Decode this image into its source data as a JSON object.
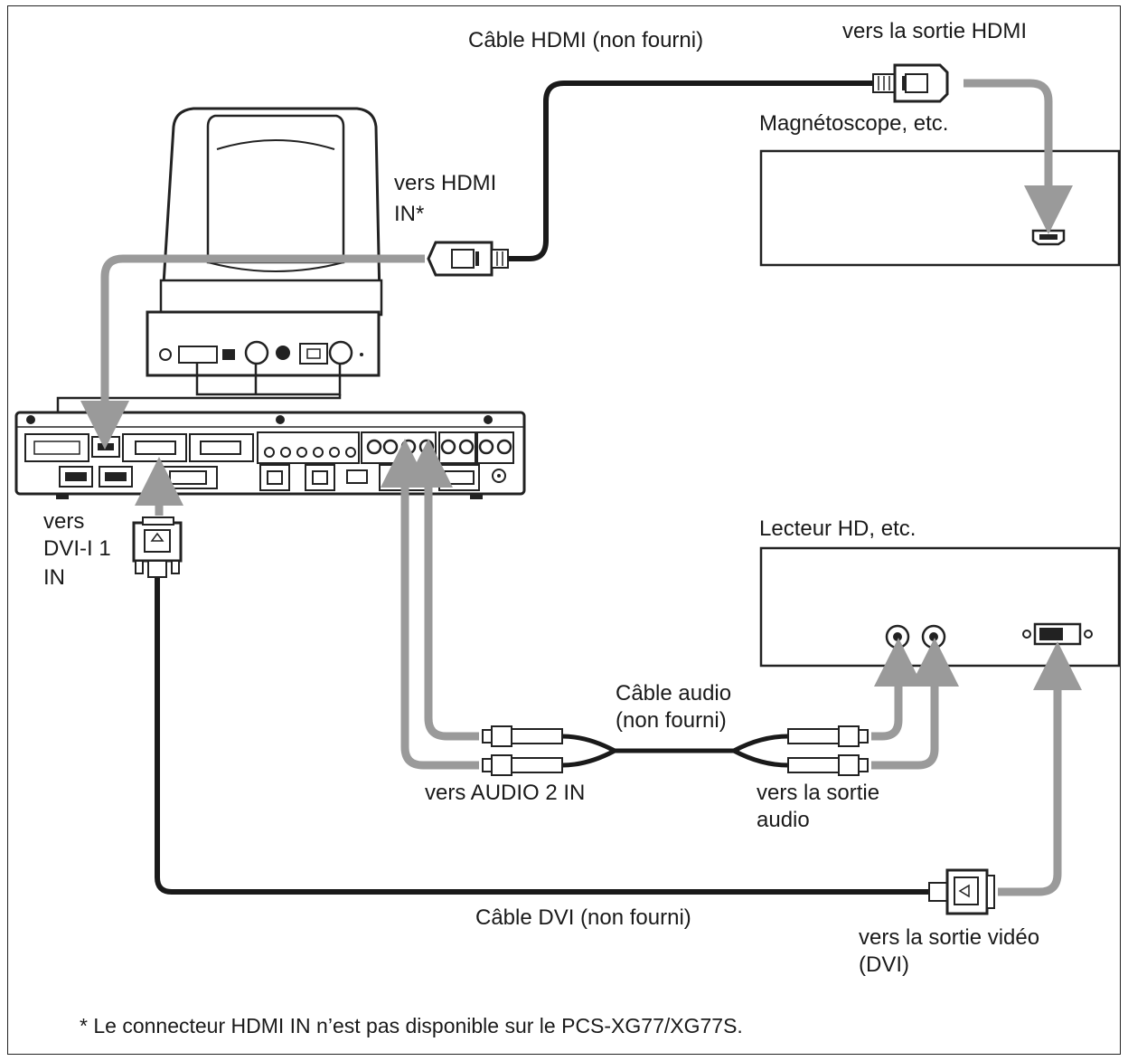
{
  "labels": {
    "hdmi_cable": "Câble HDMI (non fourni)",
    "hdmi_out": "vers la sortie HDMI",
    "vcr": "Magnétoscope, etc.",
    "hdmi_in_line1": "vers HDMI",
    "hdmi_in_line2": "IN*",
    "hd_player": "Lecteur HD, etc.",
    "dvi_in_line1": "vers",
    "dvi_in_line2": "DVI-I 1",
    "dvi_in_line3": "IN",
    "audio_cable_line1": "Câble audio",
    "audio_cable_line2": "(non fourni)",
    "audio2_in": "vers AUDIO 2 IN",
    "audio_out_line1": "vers la sortie",
    "audio_out_line2": "audio",
    "dvi_cable": "Câble DVI (non fourni)",
    "video_out_line1": "vers la sortie vidéo",
    "video_out_line2": "(DVI)"
  },
  "footnote": "* Le connecteur HDMI IN n’est pas disponible sur le PCS-XG77/XG77S.",
  "colors": {
    "arrow": "#9a9a9a",
    "cable": "#1a1a1a",
    "outline": "#222222"
  }
}
